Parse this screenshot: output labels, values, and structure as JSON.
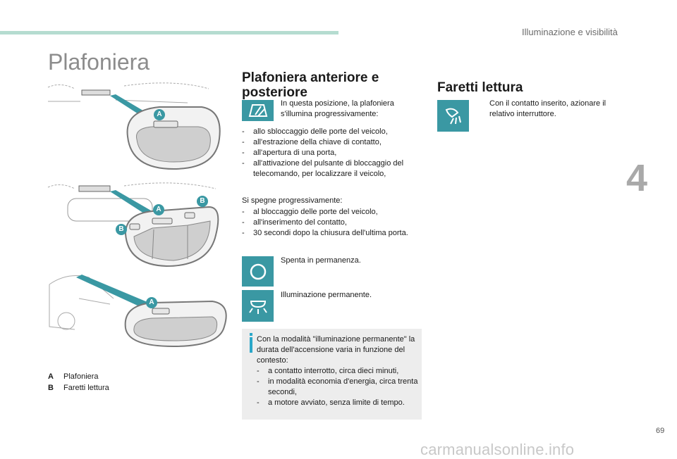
{
  "header": {
    "running_title": "Illuminazione e visibilità",
    "chapter": "4",
    "page_number": "69"
  },
  "page_title": "Plafoniera",
  "illustrations": {
    "marker_a": "A",
    "marker_b": "B"
  },
  "legend": [
    {
      "key": "A",
      "label": "Plafoniera"
    },
    {
      "key": "B",
      "label": "Faretti lettura"
    }
  ],
  "section_front_rear": {
    "heading": "Plafoniera anteriore e posteriore",
    "intro": "In questa posizione, la plafoniera s'illumina progressivamente:",
    "on_items": [
      "allo sbloccaggio delle porte del veicolo,",
      "all'estrazione della chiave di contatto,",
      "all'apertura di una porta,",
      "all'attivazione del pulsante di bloccaggio del telecomando, per localizzare il veicolo,"
    ],
    "off_intro": "Si spegne progressivamente:",
    "off_items": [
      "al bloccaggio delle porte del veicolo,",
      "all'inserimento del contatto,",
      "30 secondi dopo la chiusura dell'ultima porta."
    ],
    "off_label": "Spenta in permanenza.",
    "permanent_label": "Illuminazione permanente."
  },
  "info_box": {
    "text": "Con la modalità \"illuminazione permanente\" la durata dell'accensione varia in funzione del contesto:",
    "items": [
      "a contatto interrotto, circa dieci minuti,",
      "in modalità economia d'energia, circa trenta secondi,",
      "a motore avviato, senza limite di tempo."
    ]
  },
  "section_reading": {
    "heading": "Faretti lettura",
    "bullet_symbol": "",
    "text": "Con il contatto inserito, azionare il relativo interruttore."
  },
  "watermark": "carmanualsonline.info",
  "icons": [
    "door-lamp-icon",
    "circle-off-icon",
    "dome-lamp-icon",
    "reading-lamp-icon",
    "info-icon"
  ],
  "colors": {
    "accent": "#3a98a3",
    "topbar": "#b5dcd0",
    "info_bar": "#2aa7c9"
  }
}
